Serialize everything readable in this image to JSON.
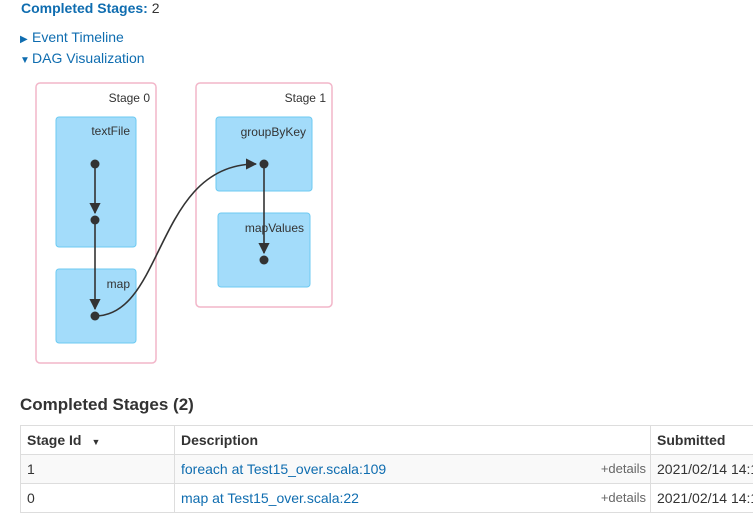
{
  "summary": {
    "label": "Completed Stages:",
    "value": "2"
  },
  "links": {
    "event_timeline": "Event Timeline",
    "dag_visualization": "DAG Visualization"
  },
  "dag": {
    "stages": [
      {
        "label": "Stage 0",
        "ops": [
          "textFile",
          "map"
        ]
      },
      {
        "label": "Stage 1",
        "ops": [
          "groupByKey",
          "mapValues"
        ]
      }
    ]
  },
  "section_title": "Completed Stages (2)",
  "table": {
    "headers": {
      "stage_id": "Stage Id",
      "description": "Description",
      "submitted": "Submitted"
    },
    "rows": [
      {
        "stage_id": "1",
        "description": "foreach at Test15_over.scala:109",
        "details": "+details",
        "submitted": "2021/02/14 14:1"
      },
      {
        "stage_id": "0",
        "description": "map at Test15_over.scala:22",
        "details": "+details",
        "submitted": "2021/02/14 14:1"
      }
    ]
  },
  "colors": {
    "link": "#0f6db0",
    "stage_border": "#f2b6c9",
    "op_fill": "#a3dcfa",
    "op_border": "#6ccaf2",
    "edge": "#333333"
  }
}
